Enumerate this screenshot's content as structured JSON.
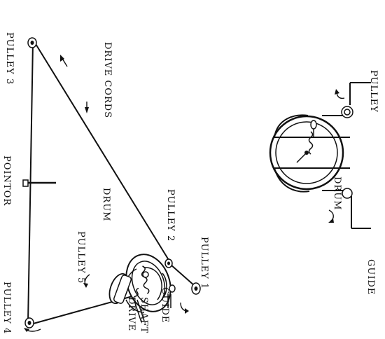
{
  "labels": {
    "pulley_3": "PULLEY 3",
    "drive_cords": "DRIVE CORDS",
    "pointor": "POINTOR",
    "pulley_2": "PULLEY 2",
    "pulley_1": "PULLEY 1",
    "drum": "DRUM",
    "pulley_5": "PULLEY 5",
    "pulley_4": "PULLEY 4",
    "guide": "GUIDE",
    "drive": "DRIVE",
    "shaft": "SHAFT",
    "detail_drum": "DRUM",
    "detail_guide": "GUIDE",
    "detail_pulley": "PULLEY"
  }
}
